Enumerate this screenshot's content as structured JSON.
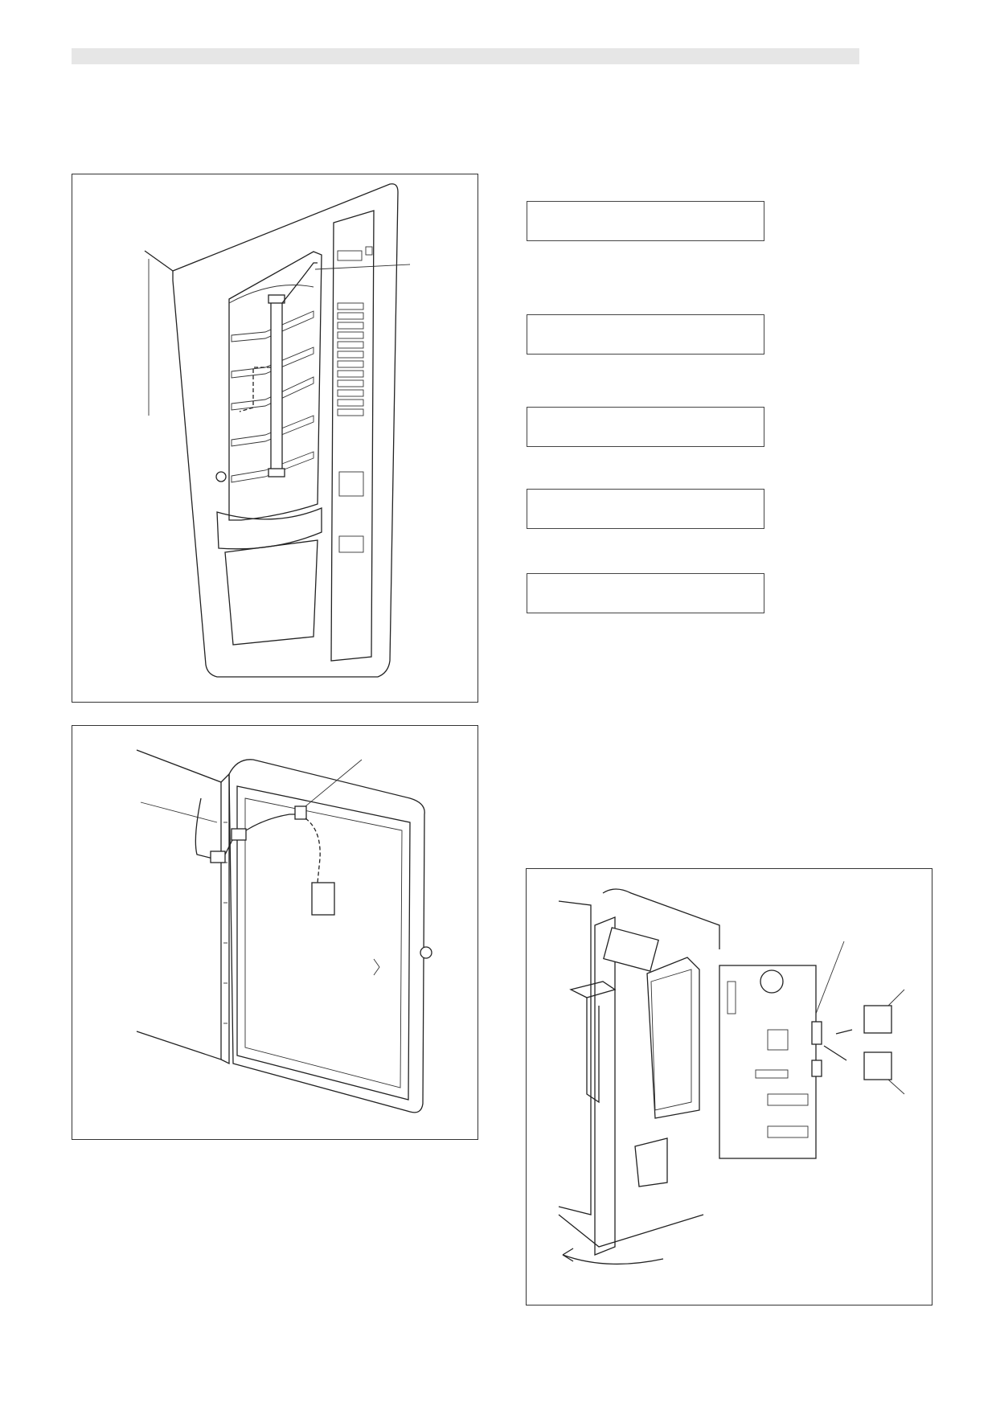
{
  "page": {
    "header_band": "",
    "figures": [
      {
        "id": "door-light-fixture",
        "callouts": []
      },
      {
        "id": "door-cable-connection",
        "callouts": []
      },
      {
        "id": "control-board-connectors",
        "callouts": []
      }
    ],
    "text_boxes": [
      "",
      "",
      "",
      "",
      ""
    ]
  }
}
